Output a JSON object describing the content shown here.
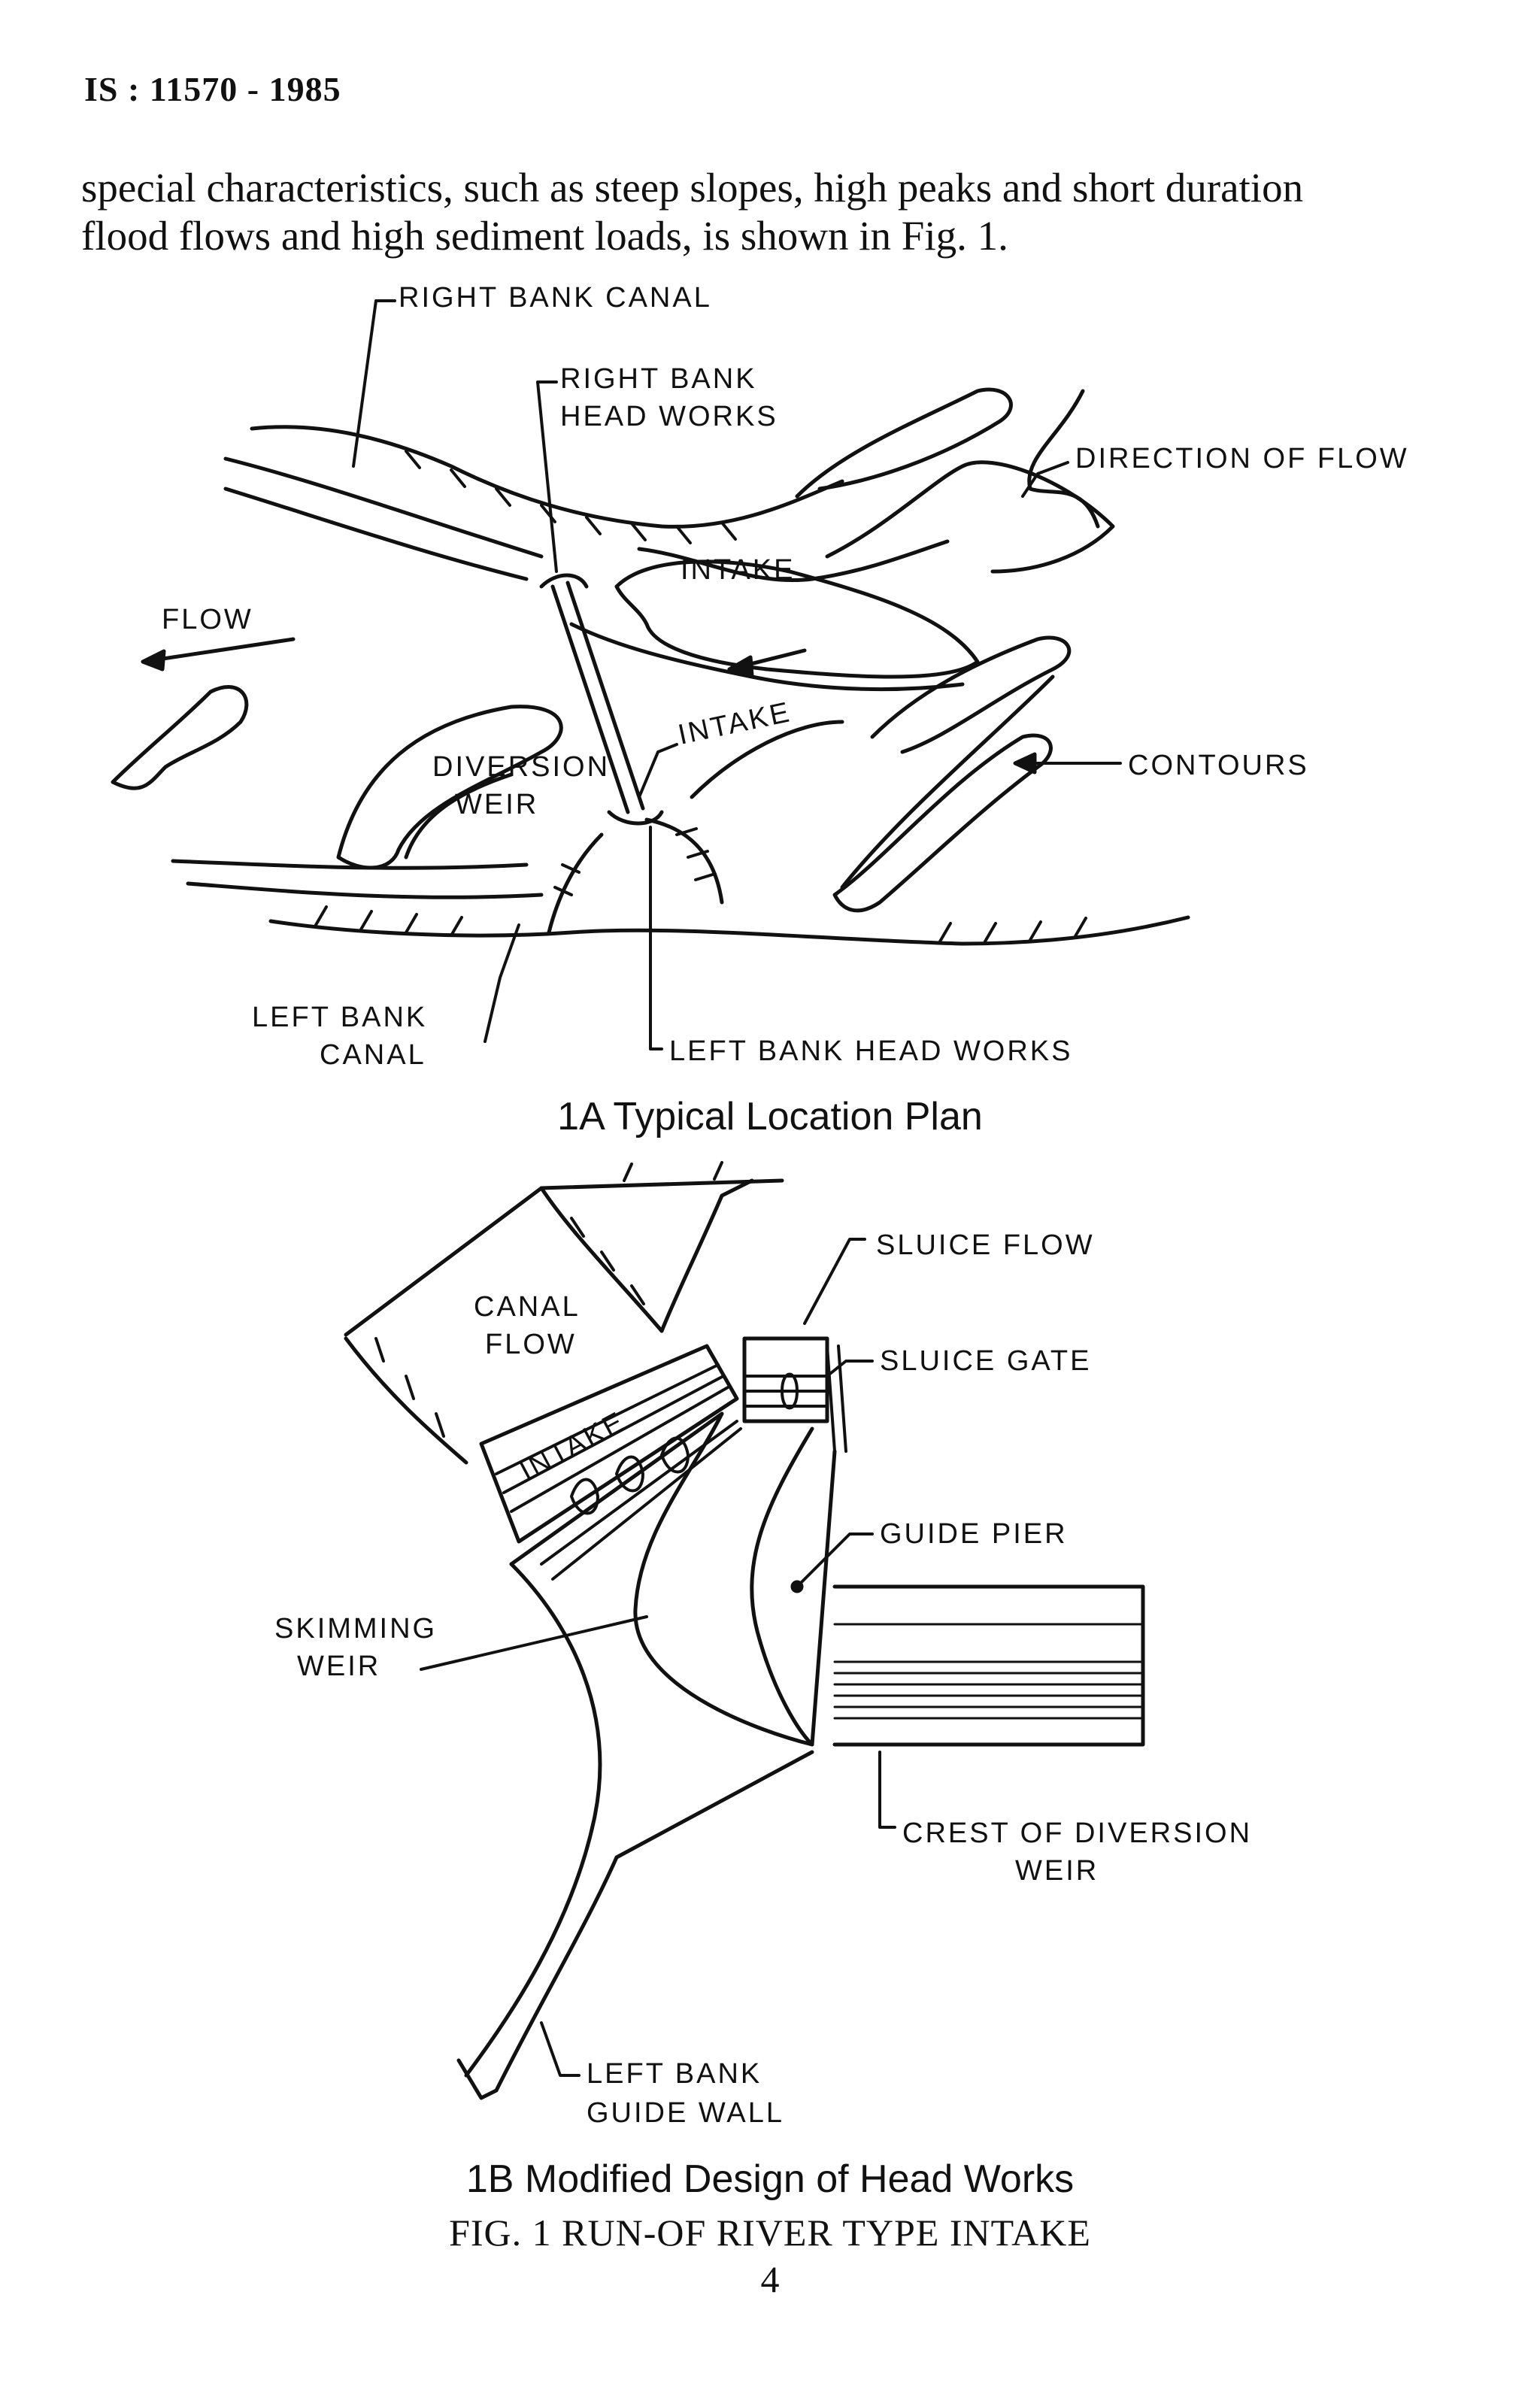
{
  "header": {
    "standard": "IS : 11570 - 1985"
  },
  "paragraph": {
    "line1": "special characteristics, such as steep slopes, high peaks and short duration",
    "line2": "flood flows and high sediment loads, is shown in Fig. 1."
  },
  "figure_a": {
    "labels": {
      "right_bank_canal": "RIGHT BANK CANAL",
      "right_bank_head_works_1": "RIGHT BANK",
      "right_bank_head_works_2": "HEAD WORKS",
      "direction_of_flow": "DIRECTION OF FLOW",
      "flow": "FLOW",
      "intake_upper": "INTAKE",
      "intake_lower": "INTAKE",
      "contours": "CONTOURS",
      "diversion_weir_1": "DIVERSION",
      "diversion_weir_2": "WEIR",
      "left_bank_canal_1": "LEFT BANK",
      "left_bank_canal_2": "CANAL",
      "left_bank_head_works": "LEFT BANK HEAD WORKS"
    },
    "caption": "1A  Typical Location Plan"
  },
  "figure_b": {
    "labels": {
      "sluice_flow": "SLUICE FLOW",
      "sluice_gate": "SLUICE GATE",
      "canal_flow_1": "CANAL",
      "canal_flow_2": "FLOW",
      "intake": "INTAKE",
      "guide_pier": "GUIDE PIER",
      "skimming_weir_1": "SKIMMING",
      "skimming_weir_2": "WEIR",
      "crest_1": "CREST OF DIVERSION",
      "crest_2": "WEIR",
      "left_bank_guide_wall_1": "LEFT BANK",
      "left_bank_guide_wall_2": "GUIDE WALL"
    },
    "caption": "1B  Modified Design of Head Works"
  },
  "figure_title": "FIG. 1  RUN-OF RIVER TYPE INTAKE",
  "page_number": "4"
}
